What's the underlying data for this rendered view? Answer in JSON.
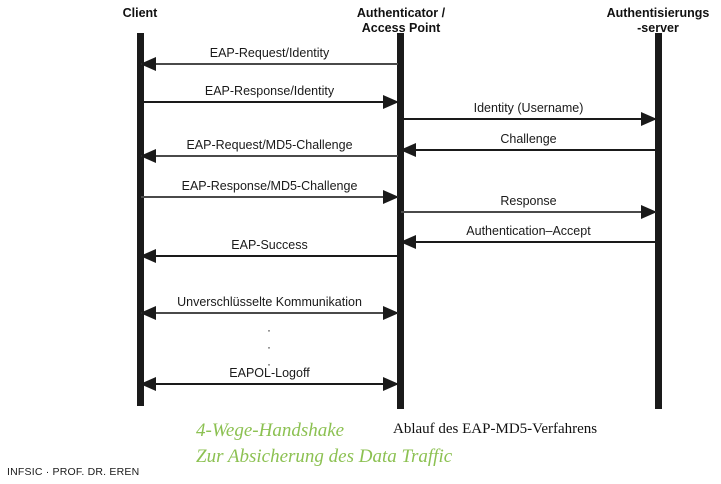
{
  "diagram": {
    "title": "Ablauf des EAP-MD5-Verfahrens",
    "actors": [
      {
        "id": "client",
        "label": "Client"
      },
      {
        "id": "authenticator",
        "label": "Authenticator /\nAccess Point"
      },
      {
        "id": "auth-server",
        "label": "Authentisierungs\n-server"
      }
    ],
    "messages": [
      {
        "id": "eap-request-identity",
        "label": "EAP-Request/Identity",
        "from": "authenticator",
        "to": "client",
        "direction": "left",
        "lane": "left"
      },
      {
        "id": "eap-response-identity",
        "label": "EAP-Response/Identity",
        "from": "client",
        "to": "authenticator",
        "direction": "right",
        "lane": "left"
      },
      {
        "id": "identity-username",
        "label": "Identity (Username)",
        "from": "authenticator",
        "to": "auth-server",
        "direction": "right",
        "lane": "right"
      },
      {
        "id": "challenge",
        "label": "Challenge",
        "from": "auth-server",
        "to": "authenticator",
        "direction": "left",
        "lane": "right"
      },
      {
        "id": "eap-request-md5",
        "label": "EAP-Request/MD5-Challenge",
        "from": "authenticator",
        "to": "client",
        "direction": "left",
        "lane": "left"
      },
      {
        "id": "eap-response-md5",
        "label": "EAP-Response/MD5-Challenge",
        "from": "client",
        "to": "authenticator",
        "direction": "right",
        "lane": "left"
      },
      {
        "id": "response",
        "label": "Response",
        "from": "authenticator",
        "to": "auth-server",
        "direction": "right",
        "lane": "right"
      },
      {
        "id": "authentication-accept",
        "label": "Authentication–Accept",
        "from": "auth-server",
        "to": "authenticator",
        "direction": "left",
        "lane": "right"
      },
      {
        "id": "eap-success",
        "label": "EAP-Success",
        "from": "authenticator",
        "to": "client",
        "direction": "left",
        "lane": "left"
      },
      {
        "id": "unverschluesselte-kommunikation",
        "label": "Unverschlüsselte Kommunikation",
        "from": "client",
        "to": "authenticator",
        "direction": "both",
        "lane": "left"
      },
      {
        "id": "eapol-logoff",
        "label": "EAPOL-Logoff",
        "from": "client",
        "to": "authenticator",
        "direction": "both",
        "lane": "left"
      }
    ],
    "ellipsis": [
      "·",
      "·",
      "·"
    ]
  },
  "captions": {
    "green_line_1": "4-Wege-Handshake",
    "green_line_2": "Zur Absicherung des Data Traffic",
    "black_caption": "Ablauf des EAP-MD5-Verfahrens",
    "green_color": "#8cc152"
  },
  "footer": {
    "text": "INFSIC · PROF. DR. EREN"
  }
}
